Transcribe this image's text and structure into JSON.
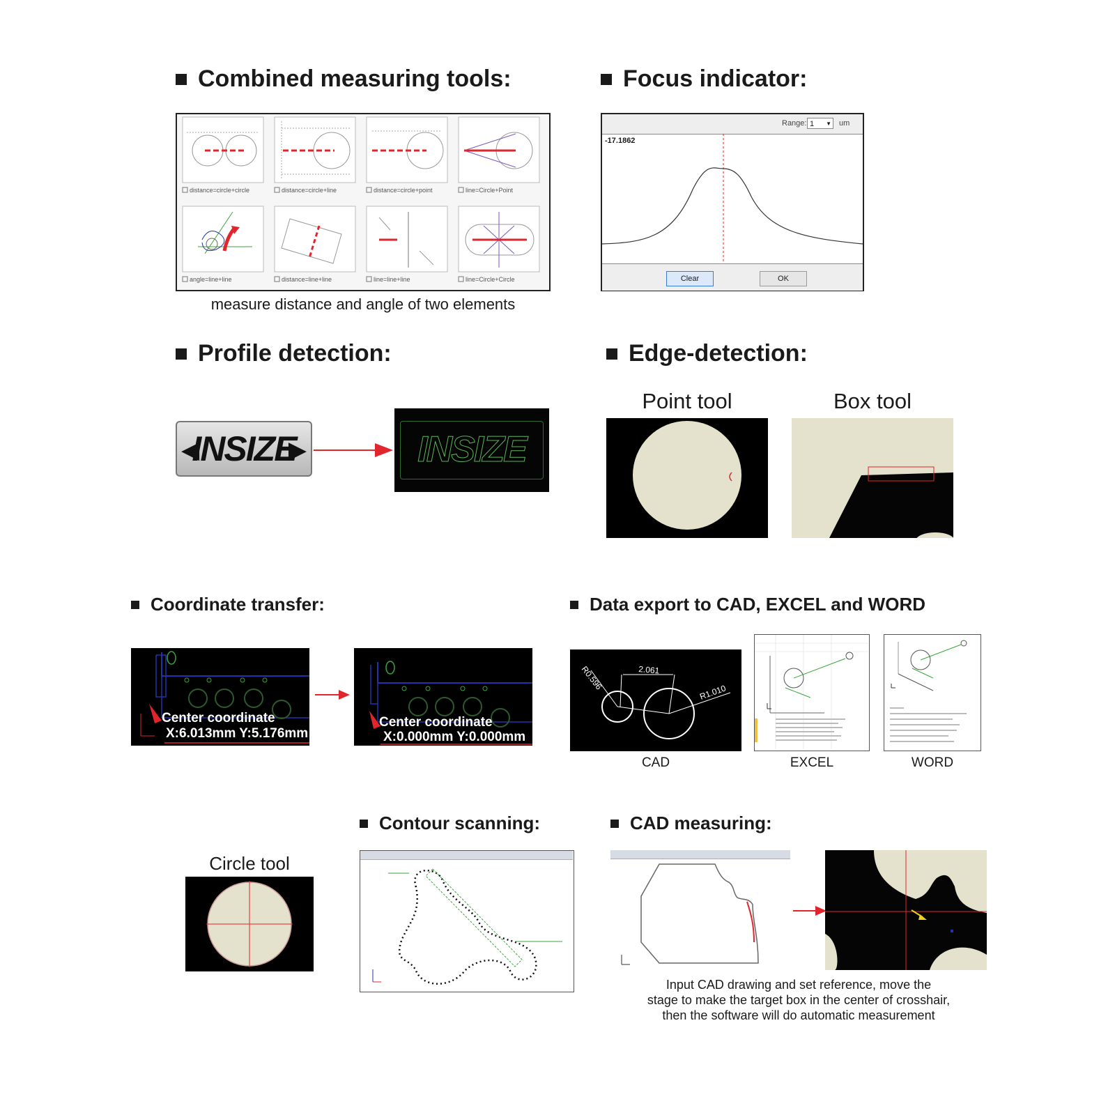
{
  "sections": {
    "combined": {
      "title": "Combined measuring tools:",
      "caption": "measure distance and angle of two elements",
      "tools": [
        "distance=circle+circle",
        "distance=circle+line",
        "distance=circle+point",
        "line=Circle+Point",
        "angle=line+line",
        "distance=line+line",
        "line=line+line",
        "line=Circle+Circle"
      ]
    },
    "focus": {
      "title": "Focus indicator:",
      "range_label": "Range:",
      "range_value": "1",
      "unit": "um",
      "reading": "-17.1862",
      "clear_label": "Clear",
      "ok_label": "OK"
    },
    "profile": {
      "title": "Profile detection:",
      "logo_text": "INSIZE"
    },
    "edge": {
      "title": "Edge-detection:",
      "point_tool": "Point tool",
      "box_tool": "Box tool"
    },
    "coordinate": {
      "title": "Coordinate transfer:",
      "before_label": "Center coordinate",
      "before_value": "X:6.013mm Y:5.176mm",
      "after_label": "Center coordinate",
      "after_value": "X:0.000mm Y:0.000mm"
    },
    "export": {
      "title": "Data export to CAD, EXCEL and WORD",
      "cad_label": "CAD",
      "excel_label": "EXCEL",
      "word_label": "WORD",
      "dim_r1": "R0.596",
      "dim_d": "2.061",
      "dim_r2": "R1.010"
    },
    "circle": {
      "label": "Circle tool"
    },
    "contour": {
      "title": "Contour scanning:"
    },
    "cad_measure": {
      "title": "CAD measuring:",
      "caption_lines": [
        "Input CAD drawing and set reference, move the",
        "stage to make the target box in the center of crosshair,",
        "then the software will do automatic measurement"
      ]
    }
  },
  "colors": {
    "red": "#e0262c",
    "dark": "#1a1a1a",
    "green": "#3aa63a",
    "blue": "#2233aa",
    "beige": "#e4e2cc"
  }
}
